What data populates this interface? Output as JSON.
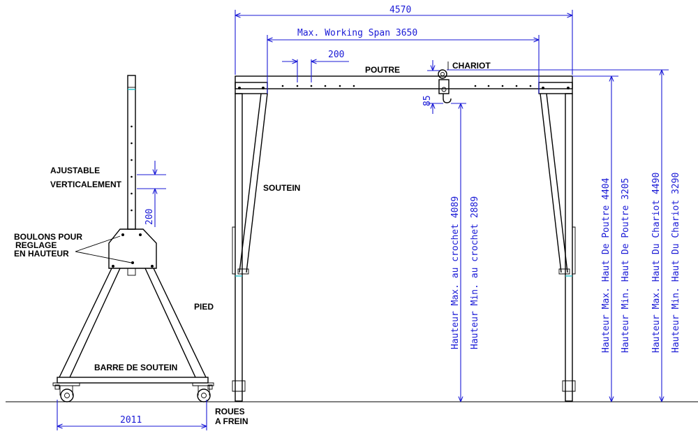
{
  "dimensions": {
    "total_width": "4570",
    "working_span": "Max. Working Span 3650",
    "hole_pitch_top": "200",
    "hook_offset": "85",
    "hole_pitch_side": "200",
    "base_width": "2011",
    "hook_max": "Hauteur Max. au crochet 4089",
    "hook_min": "Hauteur Min. au crochet 2889",
    "beam_max": "Hauteur Max. Haut De Poutre 4404",
    "beam_min": "Hauteur Min. Haut De Poutre 3205",
    "trolley_max": "Hauteur Max. Haut Du Chariot 4490",
    "trolley_min": "Hauteur Min. Haut Du Chariot 3290"
  },
  "labels": {
    "poutre": "POUTRE",
    "chariot": "CHARIOT",
    "soutein": "SOUTEIN",
    "pied": "PIED",
    "ajustable_1": "AJUSTABLE",
    "ajustable_2": "VERTICALEMENT",
    "boulons_1": "BOULONS POUR",
    "boulons_2": "REGLAGE",
    "boulons_3": "EN HAUTEUR",
    "barre": "BARRE DE SOUTEIN",
    "roues_1": "ROUES",
    "roues_2": "A FREIN"
  },
  "colors": {
    "dimension": "#1a1ad6",
    "line": "#000000",
    "accent": "#22c0c8"
  }
}
